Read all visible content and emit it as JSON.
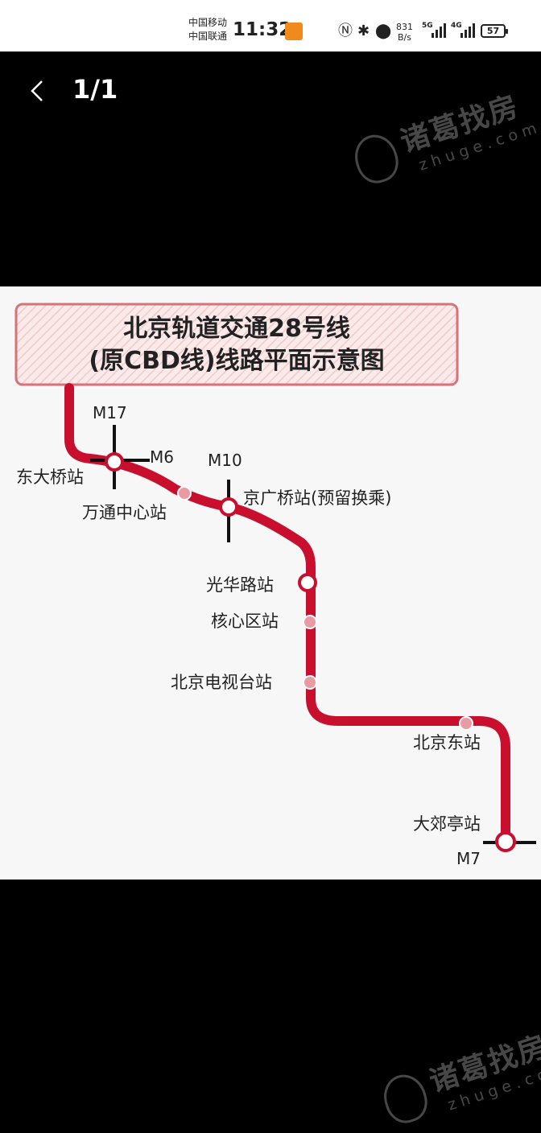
{
  "status_bar": {
    "carrier_1": "中国移动",
    "carrier_2": "中国联通",
    "time": "11:32",
    "net_speed_value": "831",
    "net_speed_unit": "B/s",
    "sim1_network": "5G",
    "sim2_network": "4G",
    "battery": "57"
  },
  "viewer": {
    "page_counter": "1/1"
  },
  "watermark": {
    "brand_cn": "诸葛找房",
    "brand_en": "zhuge.com"
  },
  "map": {
    "title_line_1": "北京轨道交通28号线",
    "title_line_2": "(原CBD线)线路平面示意图",
    "line_color": "#c8102e",
    "stations": [
      {
        "name": "东大桥站"
      },
      {
        "name": "万通中心站"
      },
      {
        "name": "京广桥站(预留换乘)"
      },
      {
        "name": "光华路站"
      },
      {
        "name": "核心区站"
      },
      {
        "name": "北京电视台站"
      },
      {
        "name": "北京东站"
      },
      {
        "name": "大郊亭站"
      }
    ],
    "transfer_lines": [
      "M17",
      "M6",
      "M10",
      "M7"
    ]
  }
}
